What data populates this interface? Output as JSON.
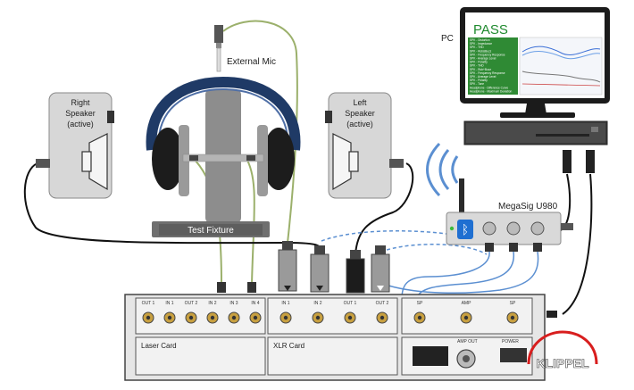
{
  "labels": {
    "external_mic": "External Mic",
    "pc": "PC",
    "pass": "PASS",
    "right_speaker": [
      "Right",
      "Speaker",
      "(active)"
    ],
    "left_speaker": [
      "Left",
      "Speaker",
      "(active)"
    ],
    "test_fixture": "Test Fixture",
    "megasig": "MegaSig U980",
    "laser_card": "Laser Card",
    "xlr_card": "XLR Card",
    "power": "POWER",
    "amp_out": "AMP OUT",
    "watermark_brand": "KLIPPEL"
  },
  "rack_ports": {
    "laser_row": [
      "OUT 1",
      "IN 1",
      "OUT 2",
      "IN 2",
      "IN 3",
      "IN 4"
    ],
    "xlr_row": [
      "IN 1",
      "IN 2",
      "OUT 1",
      "OUT 2"
    ],
    "amp_row": [
      "SP",
      "AMP",
      "SP"
    ]
  },
  "screen_list": [
    "SPK - Distortion",
    "SPK - Impedance",
    "SPK - THD",
    "SPK - Rub&Buzz",
    "SPK - Frequency Response",
    "SPK - Average Level",
    "SPK - Polarity",
    "SPK - THD",
    "SPK - Rub+Buzz",
    "SPK - Frequency Response",
    "SPK - Average Level",
    "SPK - Polarity",
    "SPK - Tone",
    "Headphone - Difference Curve",
    "Headphone - Maximum Deviation"
  ],
  "colors": {
    "screen_pass": "#1f8a2e",
    "fixture": "#8d8d8d",
    "speaker_box": "#d7d7d7",
    "cable_green": "#9bb06b",
    "cable_blue": "#5b8fd1",
    "rack_bg": "#e6e6e6",
    "brand_red": "#d81e1e"
  },
  "icons": [
    "bluetooth-icon",
    "wireless-signal-icon",
    "headphones-icon",
    "microphone-icon",
    "speaker-cone-icon",
    "xlr-connector-icon"
  ]
}
